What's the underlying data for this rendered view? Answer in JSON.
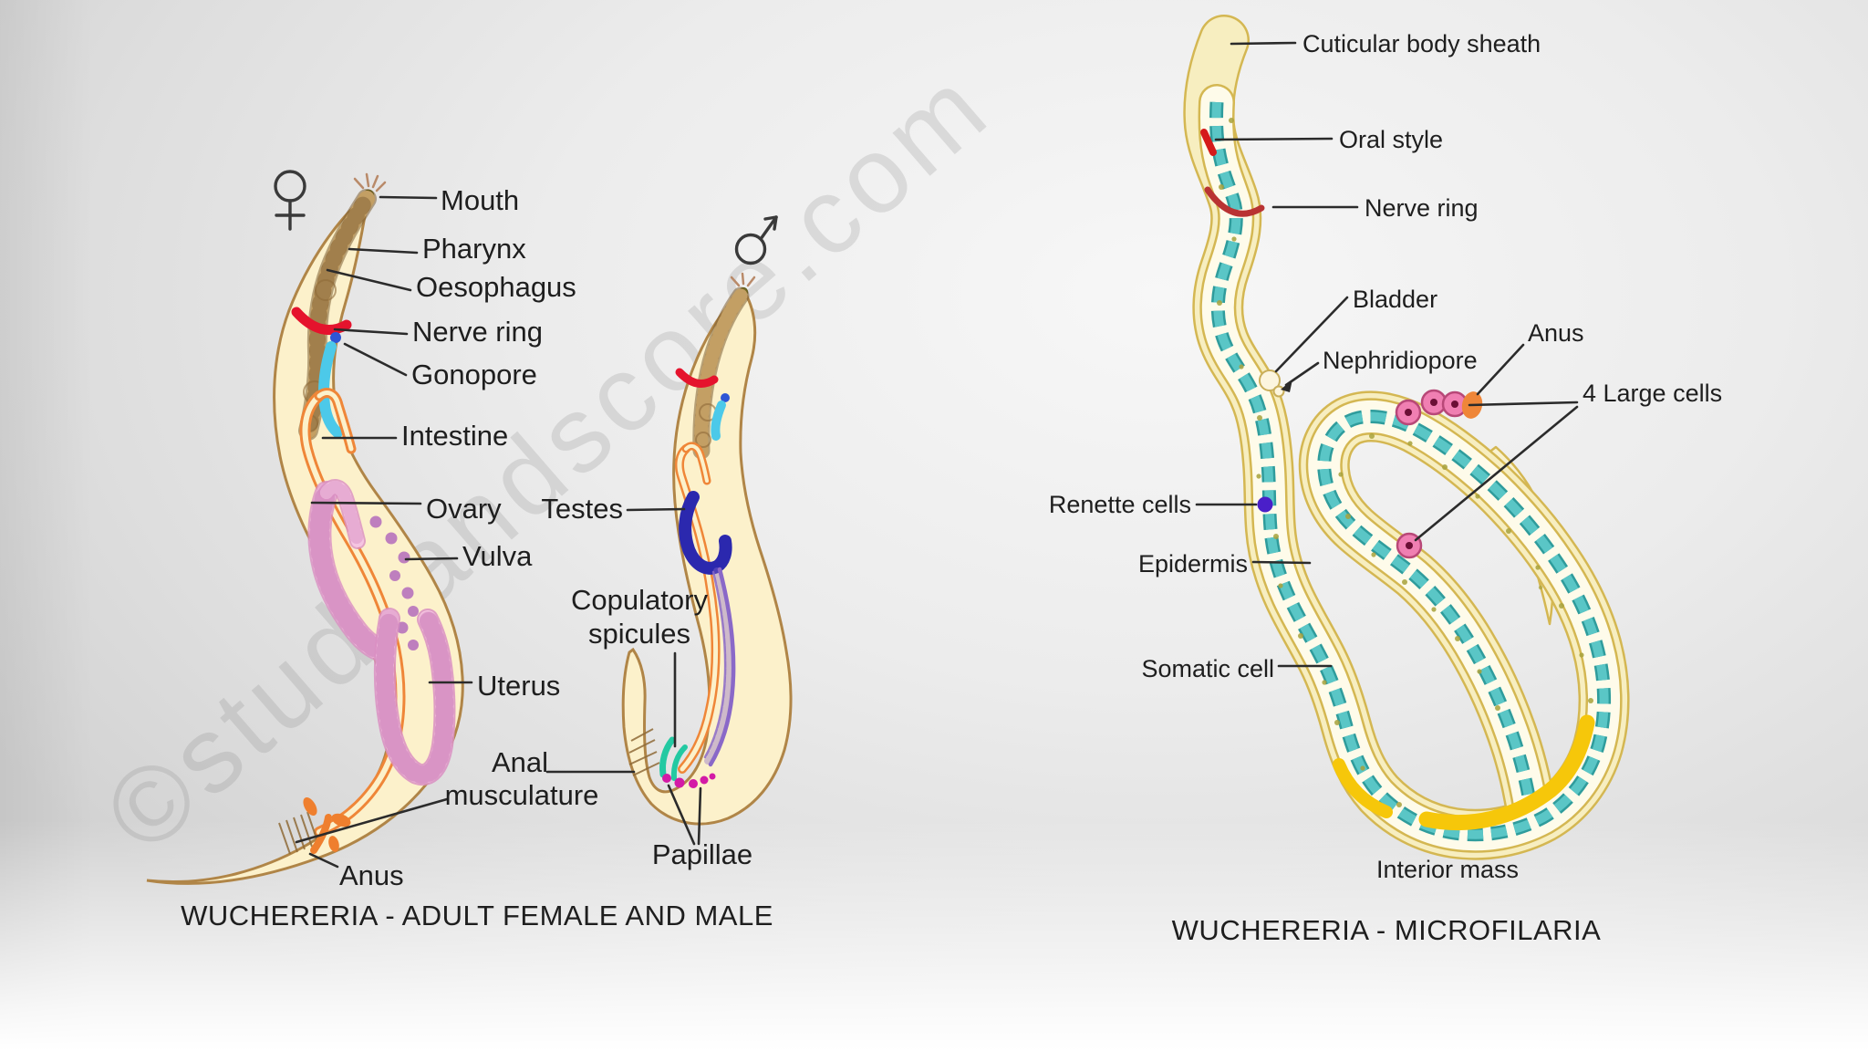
{
  "figure": {
    "watermark": "©studyandscore.com",
    "adult": {
      "title": "WUCHERERIA - ADULT FEMALE AND MALE",
      "female_symbol": "♀",
      "male_symbol": "♂",
      "labels": {
        "mouth": "Mouth",
        "pharynx": "Pharynx",
        "oesophagus": "Oesophagus",
        "nerve_ring": "Nerve ring",
        "gonopore": "Gonopore",
        "intestine": "Intestine",
        "ovary": "Ovary",
        "vulva": "Vulva",
        "uterus": "Uterus",
        "anal_musculature_1": "Anal",
        "anal_musculature_2": "musculature",
        "anus": "Anus",
        "testes": "Testes",
        "copulatory_spicules_1": "Copulatory",
        "copulatory_spicules_2": "spicules",
        "papillae": "Papillae"
      }
    },
    "microfilaria": {
      "title": "WUCHERERIA - MICROFILARIA",
      "labels": {
        "cuticular_body_sheath": "Cuticular body sheath",
        "oral_style": "Oral style",
        "nerve_ring": "Nerve ring",
        "bladder": "Bladder",
        "nephridiopore": "Nephridiopore",
        "anus": "Anus",
        "four_large_cells": "4 Large cells",
        "renette_cells": "Renette cells",
        "epidermis": "Epidermis",
        "somatic_cell": "Somatic cell",
        "interior_mass": "Interior mass"
      }
    },
    "colors": {
      "body_fill": "#FCF1CB",
      "body_outline": "#B08547",
      "pharynx_brown": "#A9824B",
      "nerve_ring_red": "#E5132D",
      "gonopore_cyan": "#4CC9E9",
      "intestine_orange": "#EF8638",
      "ovary_uterus_pink": "#F5C5E1",
      "egg_purple": "#BE7FBE",
      "testes_blue": "#2B28AE",
      "vas_deferens_purple": "#8A68C8",
      "spicule_teal": "#23C9A2",
      "papillae_magenta": "#D31AA6",
      "sheath_outline": "#D4B752",
      "sheath_fill": "#F7EEC0",
      "interior_fill": "#FEFBEA",
      "nuclei_teal": "#5AC6C6",
      "speckle_olive": "#A8A23C",
      "large_cell_pink": "#F07FB2",
      "renette_purple": "#4A1FC9",
      "interior_mass_yellow": "#F6C70A",
      "oral_style_red": "#D51A1A"
    }
  }
}
